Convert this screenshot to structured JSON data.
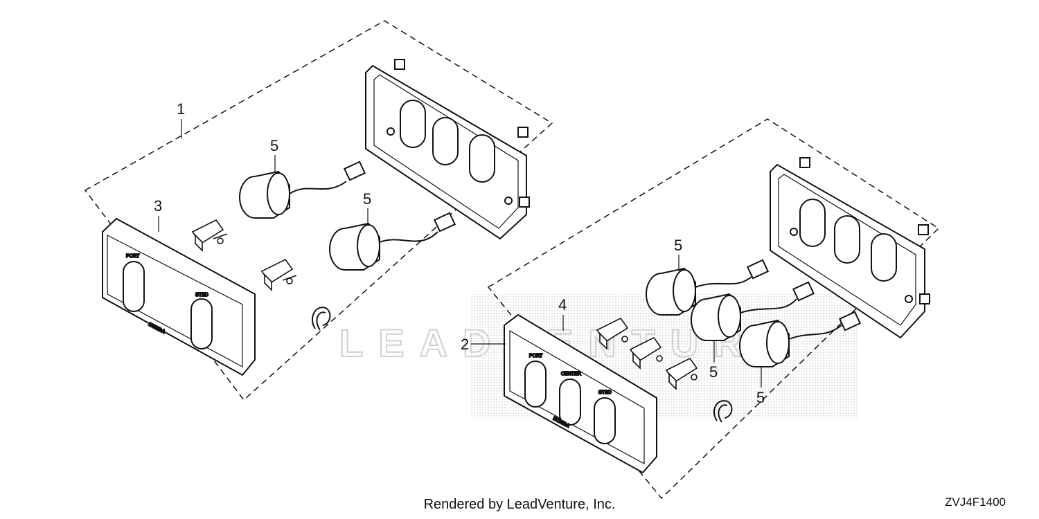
{
  "callouts": {
    "c1": "1",
    "c2": "2",
    "c3": "3",
    "c4": "4",
    "c5a": "5",
    "c5b": "5",
    "c5c": "5",
    "c5d": "5",
    "c5e": "5"
  },
  "panel_labels": {
    "port": "PORT",
    "stbd": "STBD",
    "center": "CENTER",
    "brand": "HONDA"
  },
  "watermark": "LEADVENTURE",
  "footer": {
    "credit": "Rendered by LeadVenture, Inc.",
    "code": "ZVJ4F1400"
  }
}
